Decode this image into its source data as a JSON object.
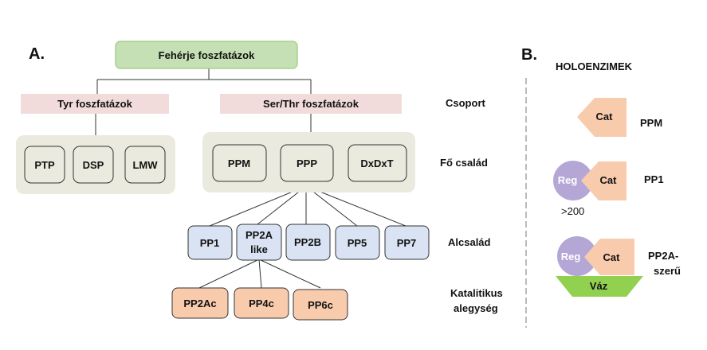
{
  "panel_a": {
    "label": "A.",
    "root": "Fehérje foszfatázok",
    "groups": [
      "Tyr foszfatázok",
      "Ser/Thr foszfatázok"
    ],
    "tyr_families": [
      "PTP",
      "DSP",
      "LMW"
    ],
    "serthr_families": [
      "PPM",
      "PPP",
      "DxDxT"
    ],
    "subfamilies": [
      {
        "lines": [
          "PP1"
        ]
      },
      {
        "lines": [
          "PP2A",
          "like"
        ]
      },
      {
        "lines": [
          "PP2B"
        ]
      },
      {
        "lines": [
          "PP5"
        ]
      },
      {
        "lines": [
          "PP7"
        ]
      }
    ],
    "catalytic": [
      "PP2Ac",
      "PP4c",
      "PP6c"
    ],
    "levels": {
      "group": "Csoport",
      "family": "Fő család",
      "subfamily": "Alcsalád",
      "catalytic_line1": "Katalitikus",
      "catalytic_line2": "alegység"
    }
  },
  "panel_b": {
    "label": "B.",
    "title": "HOLOENZIMEK",
    "cat": "Cat",
    "reg": "Reg",
    "scaffold": "Váz",
    "count": ">200",
    "names": {
      "ppm": "PPM",
      "pp1": "PP1",
      "pp2a_line1": "PP2A-",
      "pp2a_line2": "szerű"
    }
  },
  "colors": {
    "root_fill": "#c5e0b4",
    "root_stroke": "#a9d18e",
    "group_fill": "#f2dcdb",
    "family_panel": "#ebeadf",
    "subfamily_fill": "#dae3f3",
    "catalytic_fill": "#f8cbad",
    "cat_fill": "#f8cbad",
    "reg_fill": "#b4a7d6",
    "scaffold_fill": "#92d050"
  }
}
